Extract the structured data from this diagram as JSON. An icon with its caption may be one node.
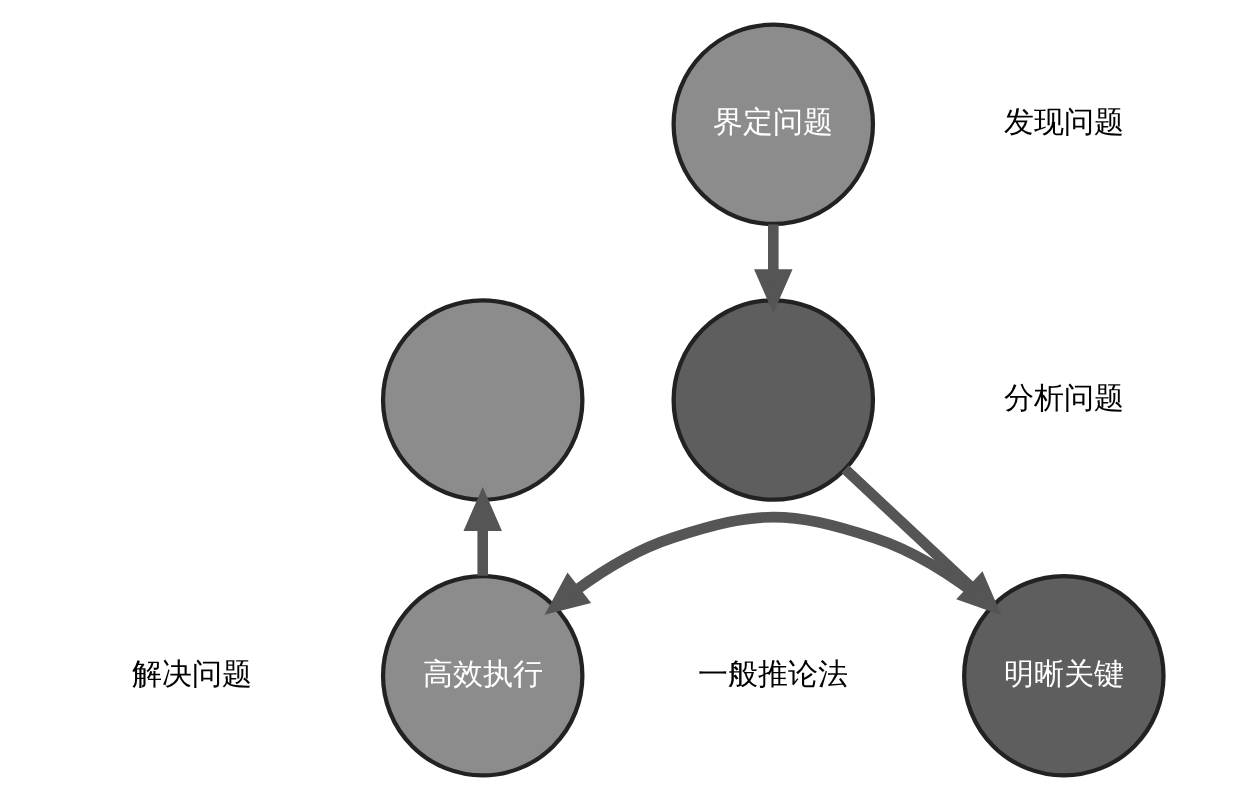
{
  "diagram": {
    "nodes": [
      {
        "text": [
          "界定问题"
        ]
      },
      {
        "text": [],
        "shape": "circle"
      },
      {
        "text": [],
        "shape": "circle"
      },
      {
        "text": [
          "高效执行"
        ]
      },
      {
        "text": [
          "明晰关键"
        ]
      }
    ],
    "edges": [
      {
        "from": 0,
        "to": 2,
        "arrow": "to"
      },
      {
        "from": 2,
        "to": 4,
        "arrow": "to"
      },
      {
        "from": 4,
        "to": 3,
        "arrow": "to"
      },
      {
        "from": 3,
        "to": 1,
        "arrow": "to"
      }
    ],
    "labels": [
      "发现问题",
      "分析问题",
      "解决问题",
      "一般推论法"
    ]
  }
}
